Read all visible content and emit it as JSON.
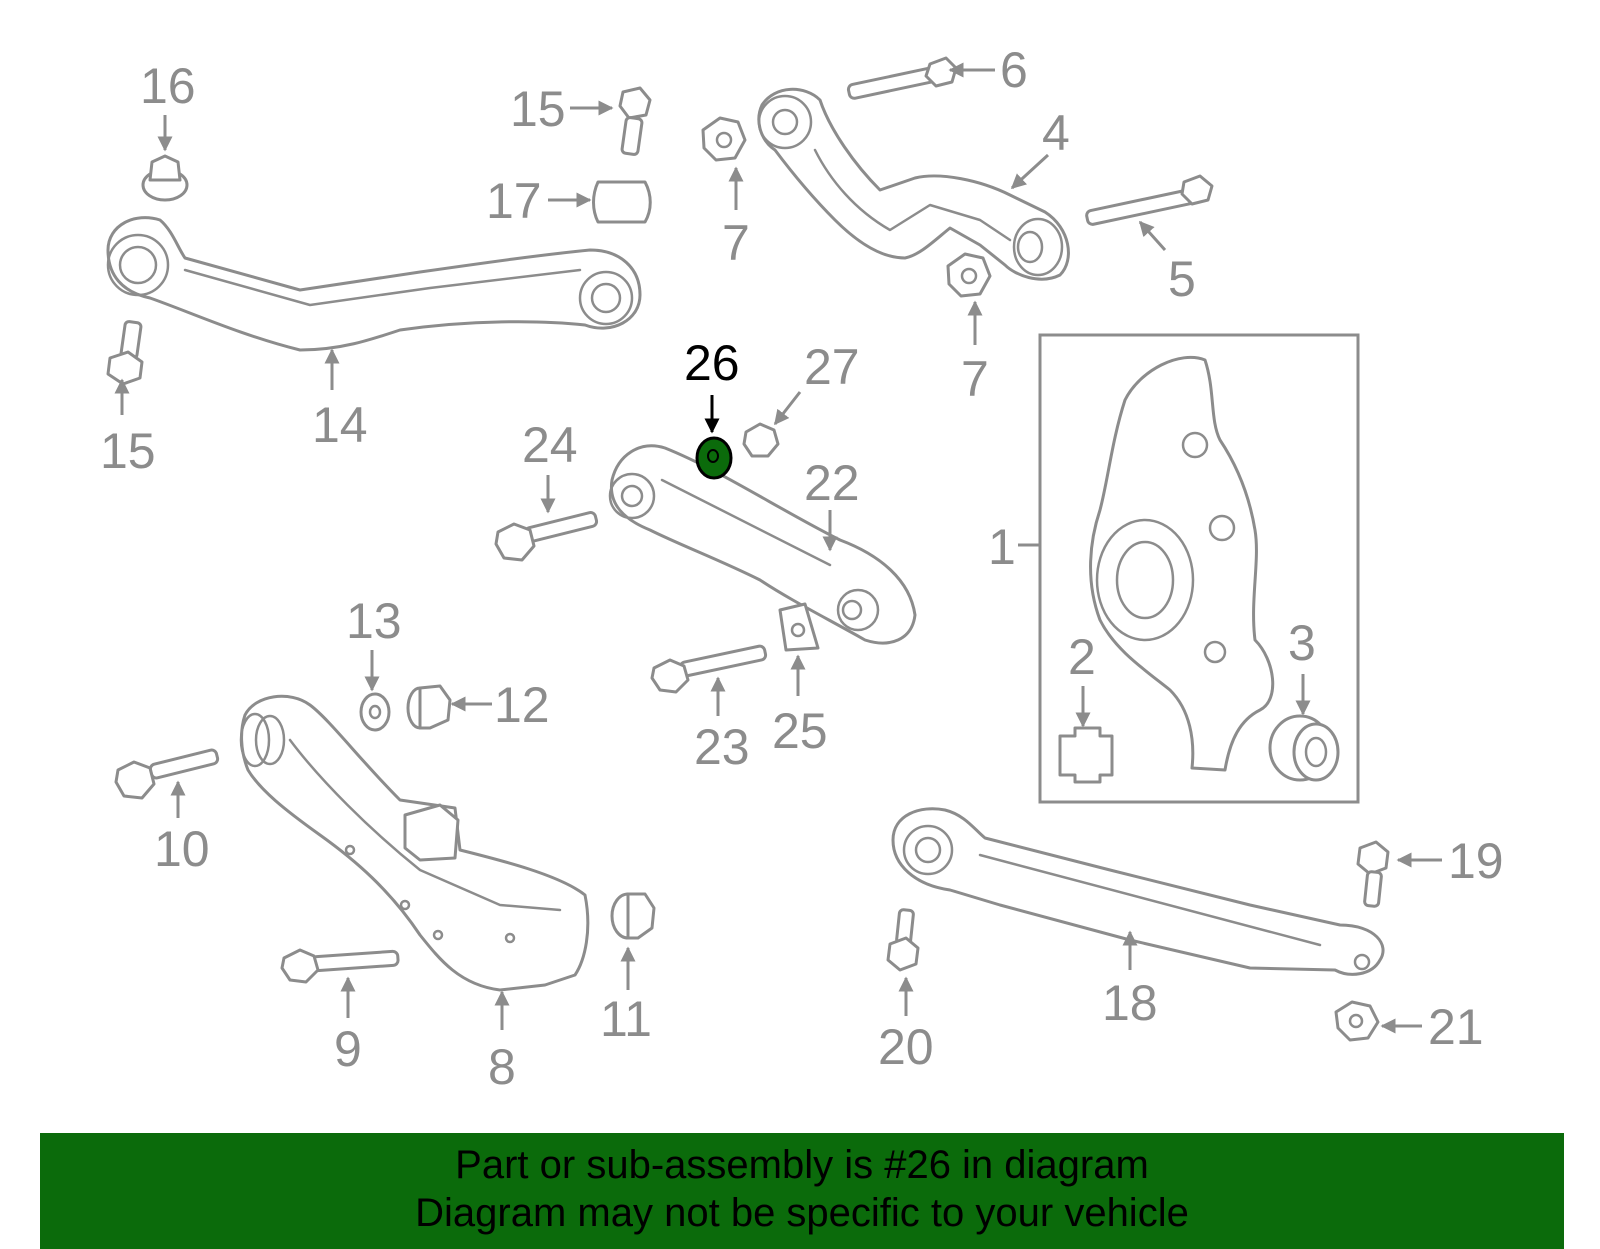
{
  "diagram": {
    "highlight_color": "#0b6b0b",
    "highlighted_part": "26",
    "callouts": [
      "1",
      "2",
      "3",
      "4",
      "5",
      "6",
      "7",
      "7",
      "8",
      "9",
      "10",
      "11",
      "12",
      "13",
      "14",
      "15",
      "15",
      "16",
      "17",
      "18",
      "19",
      "20",
      "21",
      "22",
      "23",
      "24",
      "25",
      "26",
      "27"
    ]
  },
  "banner": {
    "line1": "Part or sub-assembly is #26 in diagram",
    "line2": "Diagram may not be specific to your vehicle",
    "background": "#0b6b0b"
  }
}
